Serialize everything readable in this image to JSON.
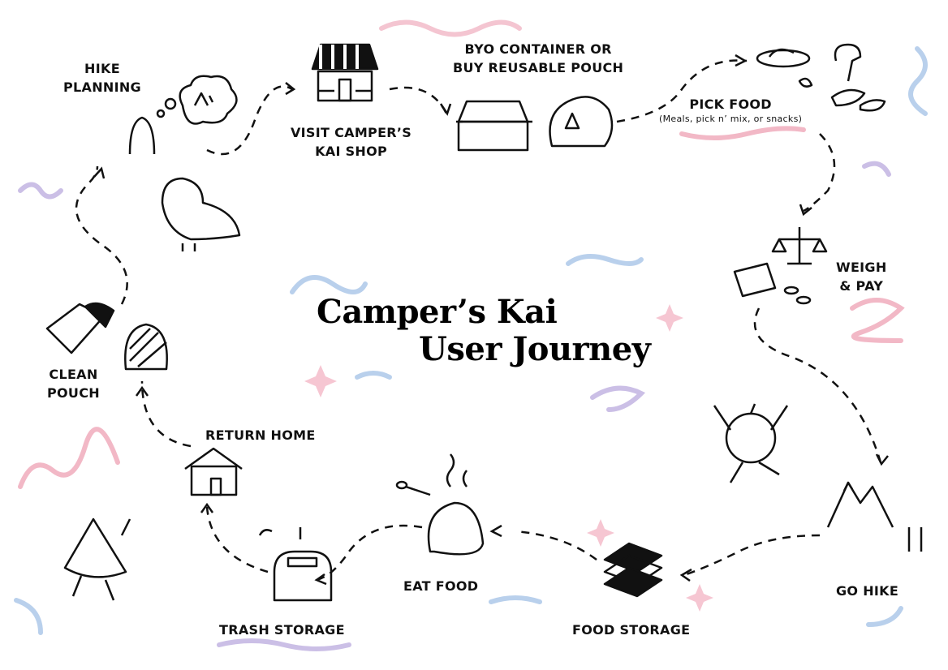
{
  "title": {
    "line1": "Camper’s Kai",
    "line2": "User Journey"
  },
  "steps": [
    {
      "id": "hike-planning",
      "line1": "HIKE",
      "line2": "PLANNING",
      "icon": "thought-bubble-icon"
    },
    {
      "id": "visit-shop",
      "line1": "VISIT CAMPER’S",
      "line2": "KAI SHOP",
      "icon": "shop-icon"
    },
    {
      "id": "byo-container",
      "line1": "BYO CONTAINER OR",
      "line2": "BUY REUSABLE POUCH",
      "icon": "container-pouch-icon"
    },
    {
      "id": "pick-food",
      "line1": "PICK FOOD",
      "note": "(Meals, pick n’ mix, or snacks)",
      "icon": "food-icon"
    },
    {
      "id": "weigh-pay",
      "line1": "WEIGH",
      "line2": "& PAY",
      "icon": "scale-money-icon"
    },
    {
      "id": "go-hike",
      "line1": "GO HIKE",
      "icon": "mountain-icon"
    },
    {
      "id": "food-storage",
      "line1": "FOOD STORAGE",
      "icon": "stacked-pouches-icon"
    },
    {
      "id": "eat-food",
      "line1": "EAT FOOD",
      "icon": "hot-pouch-icon"
    },
    {
      "id": "trash-storage",
      "line1": "TRASH STORAGE",
      "icon": "trash-bin-icon"
    },
    {
      "id": "return-home",
      "line1": "RETURN HOME",
      "icon": "house-icon"
    },
    {
      "id": "clean-pouch",
      "line1": "CLEAN",
      "line2": "POUCH",
      "icon": "clean-pouch-icon"
    }
  ],
  "colors": {
    "ink": "#111111",
    "pink": "#f2b8c6",
    "blue": "#b9d0ec",
    "purple": "#cbbfe6"
  }
}
